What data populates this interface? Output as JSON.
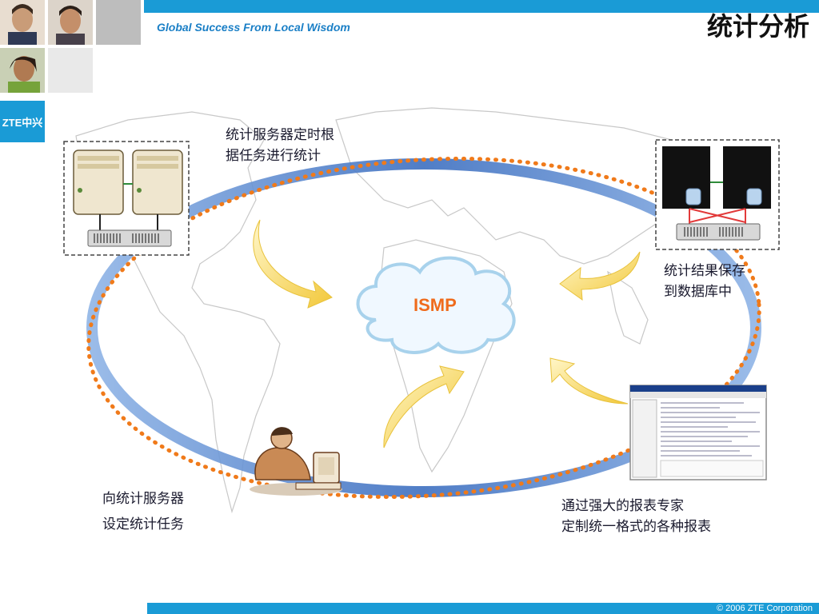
{
  "header": {
    "slogan": "Global Success From Local Wisdom",
    "title": "统计分析",
    "logo": "ZTE中兴"
  },
  "footer": {
    "copyright": "© 2006 ZTE Corporation"
  },
  "diagram": {
    "center_label": "ISMP",
    "captions": {
      "top_left_1": "统计服务器定时根",
      "top_left_2": "据任务进行统计",
      "right_1": "统计结果保存",
      "right_2": "到数据库中",
      "bottom_left_1": "向统计服务器",
      "bottom_left_2": "设定统计任务",
      "bottom_right_1": "通过强大的报表专家",
      "bottom_right_2": "定制统一格式的各种报表"
    }
  },
  "colors": {
    "accent_blue": "#1a9bd6",
    "ring_blue": "#4a7fc8",
    "dots_orange": "#f07a1a",
    "arrow_yellow": "#f5d24a",
    "label_orange": "#ef6b1c"
  }
}
